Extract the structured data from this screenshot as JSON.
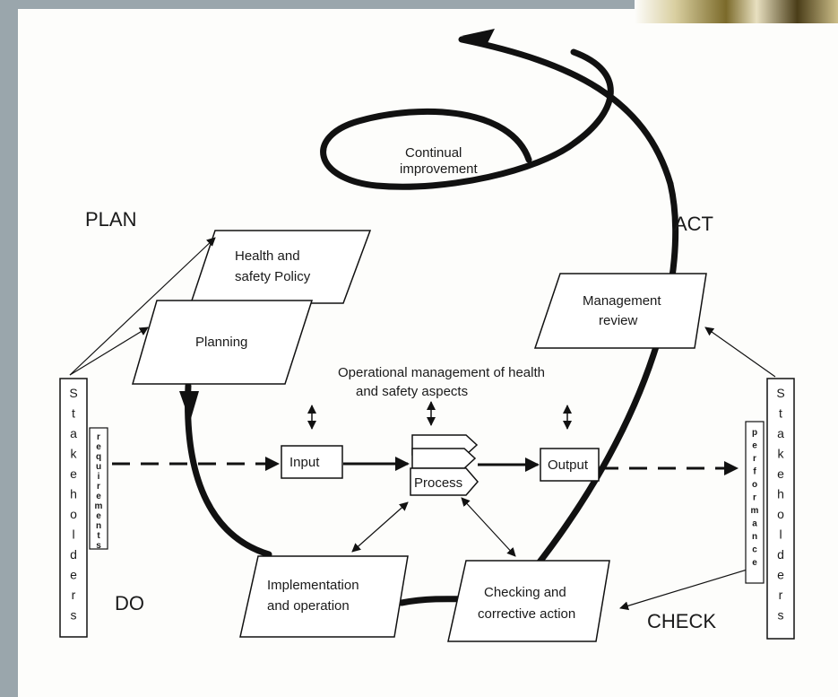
{
  "phases": {
    "plan": "PLAN",
    "act": "ACT",
    "do": "DO",
    "check": "CHECK"
  },
  "spiral_label": [
    "Continual",
    "improvement"
  ],
  "boxes": {
    "policy": [
      "Health and",
      "safety Policy"
    ],
    "planning": [
      "Planning"
    ],
    "management_review": [
      "Management",
      "review"
    ],
    "implementation": [
      "Implementation",
      "and operation"
    ],
    "checking": [
      "Checking and",
      "corrective action"
    ]
  },
  "operational_label": [
    "Operational management of health",
    "and safety  aspects"
  ],
  "flow": {
    "input": "Input",
    "process": "Process",
    "output": "Output"
  },
  "stakeholders_left": "Stakeholders",
  "requirements": "requirements",
  "stakeholders_right": "Stakeholders",
  "performance": "performance"
}
